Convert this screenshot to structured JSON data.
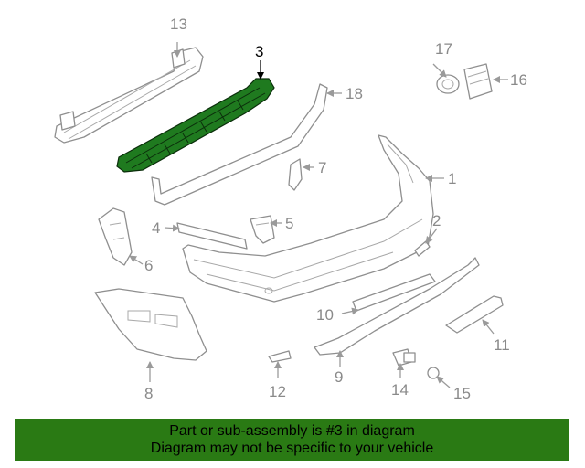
{
  "diagram": {
    "highlighted_part": "3",
    "callouts": [
      "1",
      "2",
      "3",
      "4",
      "5",
      "6",
      "7",
      "8",
      "9",
      "10",
      "11",
      "12",
      "13",
      "14",
      "15",
      "16",
      "17",
      "18"
    ]
  },
  "banner": {
    "line1": "Part or sub-assembly is #3 in diagram",
    "line2": "Diagram may not be specific to your vehicle",
    "background": "#2a7a14"
  },
  "colors": {
    "highlight_fill": "#1f7a1f",
    "line_art": "#8f8f8f"
  }
}
